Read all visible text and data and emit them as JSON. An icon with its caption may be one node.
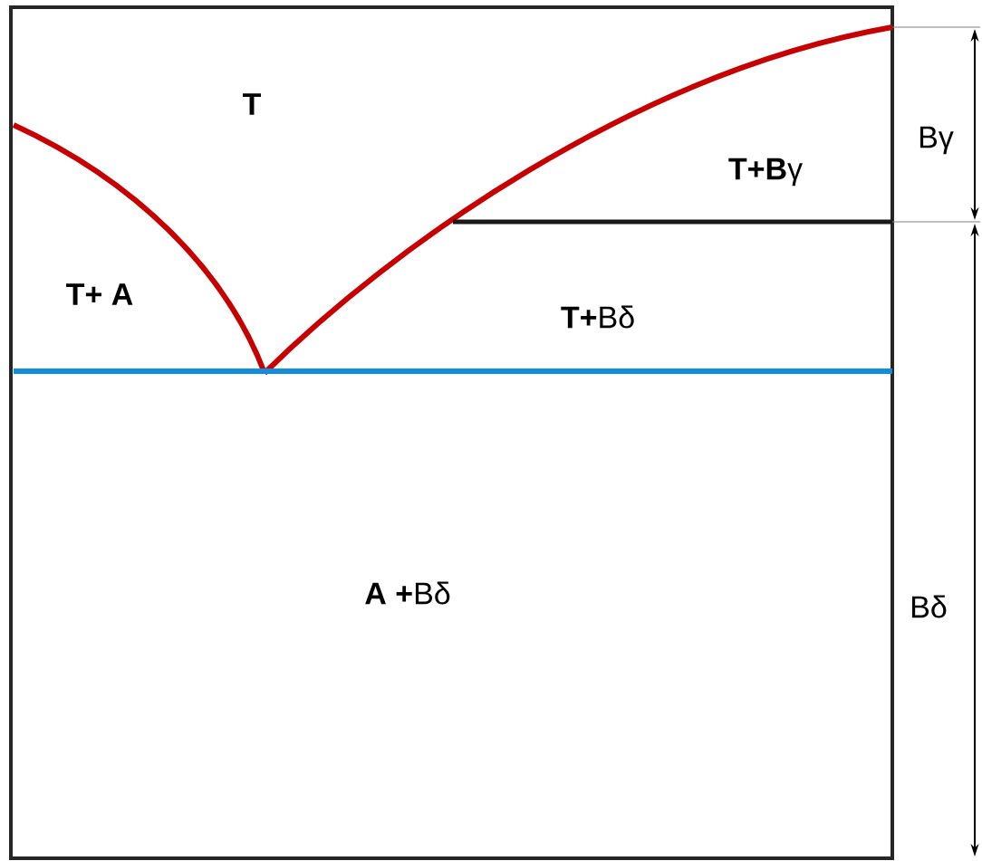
{
  "diagram": {
    "labels": [
      "T",
      "**T+B**γ",
      "Bγ",
      "T+ A",
      "**T+**Bδ",
      "**A +**Bδ",
      "Bδ"
    ]
  }
}
